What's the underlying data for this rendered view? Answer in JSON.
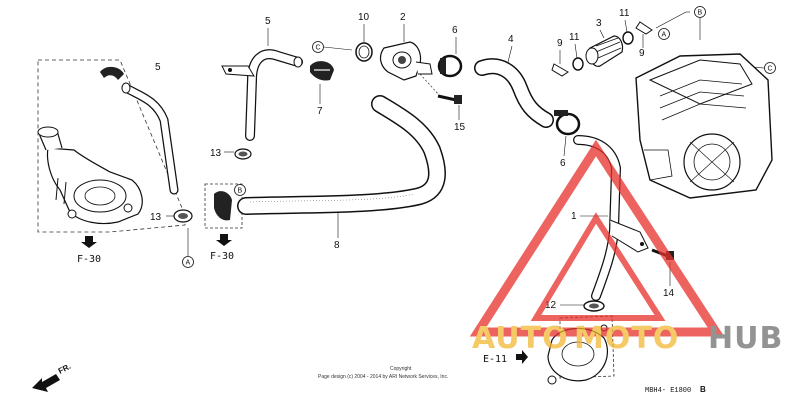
{
  "callouts": {
    "n1": "1",
    "n2": "2",
    "n3": "3",
    "n4": "4",
    "n5a": "5",
    "n5b": "5",
    "n6a": "6",
    "n6b": "6",
    "n7": "7",
    "n8": "8",
    "n9a": "9",
    "n9b": "9",
    "n10": "10",
    "n11a": "11",
    "n11b": "11",
    "n12": "12",
    "n13a": "13",
    "n13b": "13",
    "n14": "14",
    "n15": "15"
  },
  "markers": {
    "a": "A",
    "b": "B",
    "c": "C"
  },
  "refs": {
    "f30a": "F-30",
    "f30b": "F-30",
    "e11": "E-11"
  },
  "direction": "FR.",
  "copyright": {
    "line1": "Copyright",
    "line2": "Page design (c) 2004 - 2014 by ARI Network Services, Inc."
  },
  "diagram_code": "MBH4- E1800",
  "diagram_code_suffix": "B",
  "watermark": {
    "part1": "AUTO",
    "part2": "MOTO",
    "part3": "HUB"
  },
  "colors": {
    "watermark_red": "#e8302a",
    "watermark_yellow": "#f2b733",
    "watermark_gray": "#707070"
  }
}
